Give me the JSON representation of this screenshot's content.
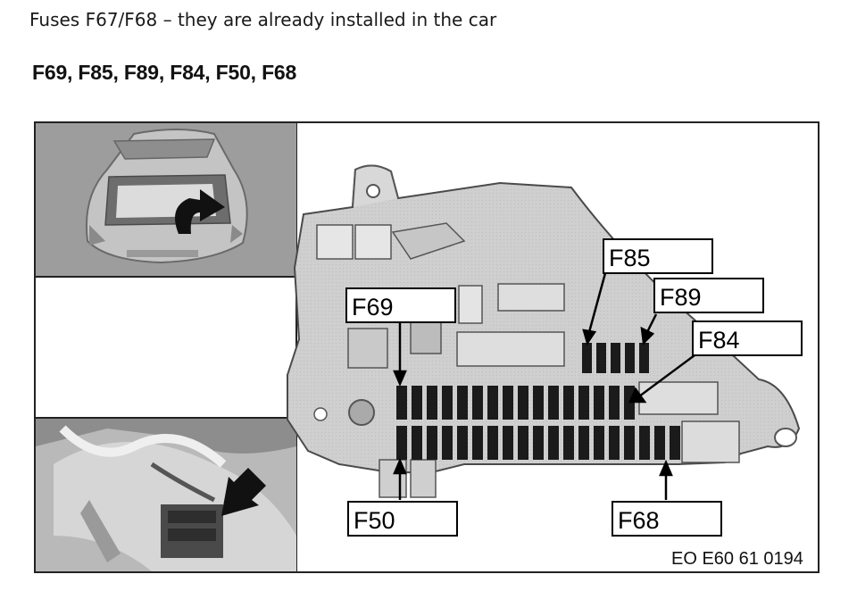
{
  "caption": "Fuses F67/F68 – they are already installed in the car",
  "heading": "F69, F85, F89, F84, F50, F68",
  "labels": {
    "f85": "F85",
    "f89": "F89",
    "f69": "F69",
    "f84": "F84",
    "f50": "F50",
    "f68": "F68"
  },
  "figure_code": "EO E60 61 0194",
  "icons": {
    "car_trunk": "car-trunk-open-icon",
    "rotate_arrow": "rotate-arrow-icon",
    "location_arrow": "location-arrow-icon"
  }
}
